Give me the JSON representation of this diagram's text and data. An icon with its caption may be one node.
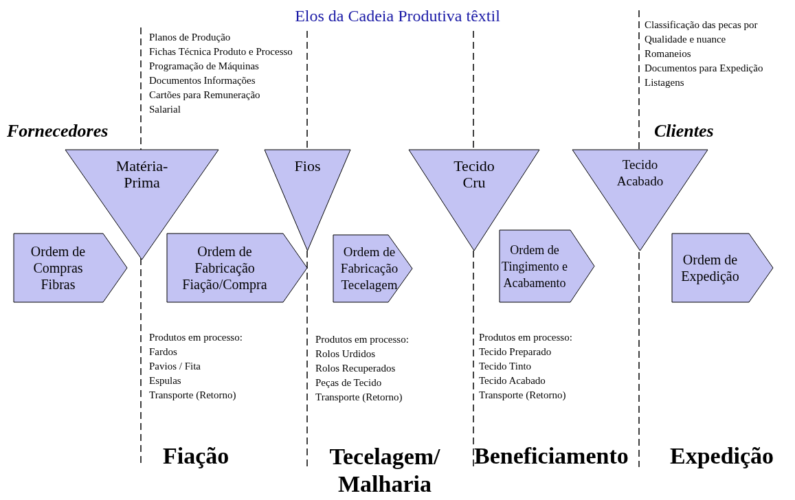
{
  "diagram": {
    "title": "Elos da Cadeia Produtiva têxtil",
    "nodes": [
      {
        "text": [
          "Matéria- Prima"
        ]
      },
      {
        "text": [
          "Fios"
        ]
      },
      {
        "text": [
          "Tecido Cru"
        ]
      },
      {
        "text": [
          "Tecido Acabado"
        ]
      },
      {
        "text": [
          "Ordem de Compras Fibras"
        ]
      },
      {
        "text": [
          "Ordem de Fabricação Fiação/Compra"
        ]
      },
      {
        "text": [
          "Ordem de Fabricação Tecelagem"
        ]
      },
      {
        "text": [
          "Ordem de Tingimento e Acabamento"
        ]
      },
      {
        "text": [
          "Ordem de Expedição"
        ]
      }
    ],
    "labels": [
      "Fornecedores",
      "Clientes",
      "Planos de Produção",
      "Fichas Técnica Produto e Processo",
      "Programação de Máquinas",
      "Documentos Informações",
      "Cartões para Remuneração",
      "Salarial",
      "Classificação das pecas por",
      "Qualidade e nuance",
      "Romaneios",
      "Documentos para Expedição",
      "Listagens",
      "Produtos em processo:",
      "Fardos",
      "Pavios / Fita",
      "Espulas",
      "Transporte (Retorno)",
      "Produtos em processo:",
      "Rolos Urdidos",
      "Rolos Recuperados",
      "Peças de Tecido",
      "Transporte (Retorno)",
      "Produtos em processo:",
      "Tecido Preparado",
      "Tecido Tinto",
      "Tecido Acabado",
      "Transporte (Retorno)",
      "Fiação",
      "Tecelagem/ Malharia",
      "Beneficiamento",
      "Expedição"
    ]
  }
}
